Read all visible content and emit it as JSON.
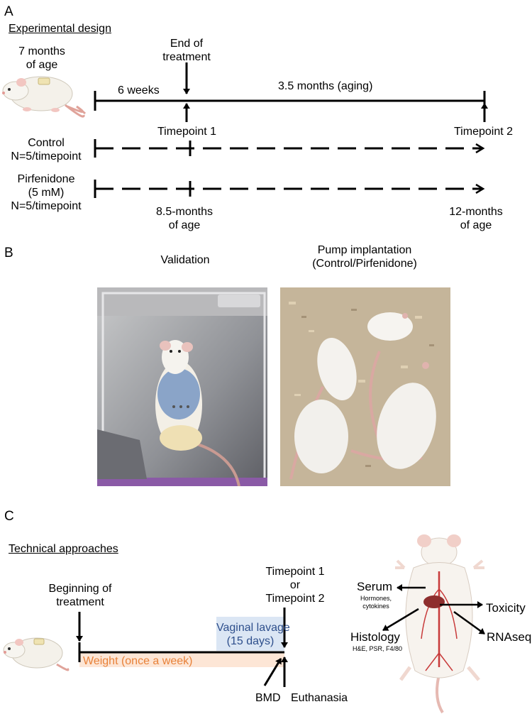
{
  "panelA": {
    "label": "A",
    "heading": "Experimental design",
    "age_start": [
      "7 months",
      "of age"
    ],
    "end_treatment": [
      "End of",
      "treatment"
    ],
    "dur1": "6 weeks",
    "dur2": "3.5 months (aging)",
    "tp1": "Timepoint 1",
    "tp2": "Timepoint 2",
    "control": [
      "Control",
      "N=5/timepoint"
    ],
    "pirf": [
      "Pirfenidone",
      "(5 mM)",
      "N=5/timepoint"
    ],
    "age_tp1": [
      "8.5-months",
      "of age"
    ],
    "age_tp2": [
      "12-months",
      "of age"
    ]
  },
  "panelB": {
    "label": "B",
    "validation": "Validation",
    "pump": [
      "Pump implantation",
      "(Control/Pirfenidone)"
    ]
  },
  "panelC": {
    "label": "C",
    "heading": "Technical approaches",
    "beginning": [
      "Beginning of",
      "treatment"
    ],
    "tp": [
      "Timepoint 1",
      "or",
      "Timepoint 2"
    ],
    "lavage": [
      "Vaginal lavage",
      "(15 days)"
    ],
    "weight": "Weight (once a week)",
    "bmd": "BMD",
    "euthanasia": "Euthanasia",
    "serum": "Serum",
    "serum_sub": [
      "Hormones,",
      "cytokines"
    ],
    "toxicity": "Toxicity",
    "histology": "Histology",
    "histology_sub": "H&E, PSR, F4/80",
    "rnaseq": "RNAseq"
  },
  "colors": {
    "lavage_fill": "#dbe6f4",
    "lavage_text": "#2e4f8c",
    "weight_fill": "#fde6d6",
    "weight_text": "#e8823a"
  }
}
